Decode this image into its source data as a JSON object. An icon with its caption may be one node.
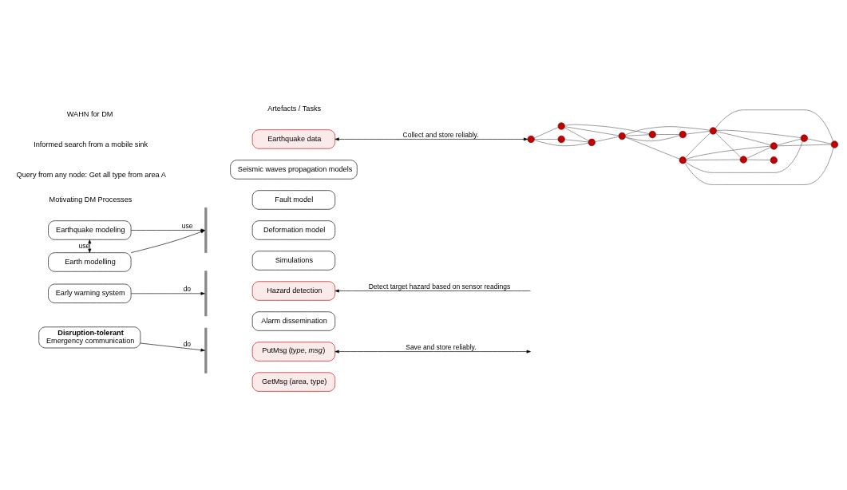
{
  "diagram": {
    "nodes": [
      {
        "text": [
          "Earthquake modeling"
        ]
      },
      {
        "text": [
          "Earth modelling"
        ]
      },
      {
        "text": [
          "Early warning system"
        ]
      },
      {
        "text": [
          "Disruption-tolerant",
          "Emergency communication"
        ]
      },
      {
        "text": [],
        "shape": "bracket"
      },
      {
        "text": [
          "Earthquake data"
        ]
      },
      {
        "text": [
          "Seismic waves propagation models"
        ]
      },
      {
        "text": [
          "Fault model"
        ]
      },
      {
        "text": [
          "Deformation model"
        ]
      },
      {
        "text": [
          "Simulations"
        ]
      },
      {
        "text": [],
        "shape": "bracket"
      },
      {
        "text": [
          "Hazard detection"
        ]
      },
      {
        "text": [
          "Alarm dissemination"
        ]
      },
      {
        "text": [],
        "shape": "bracket"
      },
      {
        "text": [
          "PutMsg (*type*, *msg*)"
        ]
      },
      {
        "text": [
          "GetMsg (area, type)"
        ]
      },
      {
        "text": [],
        "shape": "circle"
      },
      {
        "text": [],
        "shape": "circle"
      },
      {
        "text": [],
        "shape": "circle"
      },
      {
        "text": [],
        "shape": "circle"
      },
      {
        "text": [],
        "shape": "circle"
      },
      {
        "text": [],
        "shape": "circle"
      },
      {
        "text": [],
        "shape": "circle"
      },
      {
        "text": [],
        "shape": "circle"
      },
      {
        "text": [],
        "shape": "circle"
      },
      {
        "text": [],
        "shape": "circle"
      },
      {
        "text": [],
        "shape": "circle"
      },
      {
        "text": [],
        "shape": "circle"
      },
      {
        "text": [],
        "shape": "circle"
      },
      {
        "text": [],
        "shape": "circle"
      }
    ],
    "edges": [
      {
        "from": 0,
        "to": 1,
        "arrow": "both",
        "label": "use",
        "color": "#000000"
      },
      {
        "from": 0,
        "to": 4,
        "arrow": "to",
        "label": "use",
        "color": "#000000"
      },
      {
        "from": 1,
        "to": 4,
        "arrow": "to",
        "color": "#000000"
      },
      {
        "from": 2,
        "to": 10,
        "arrow": "to",
        "label": "do",
        "color": "#000000"
      },
      {
        "from": 3,
        "to": 13,
        "arrow": "to",
        "label": "do",
        "color": "#000000"
      },
      {
        "from": 5,
        "to": 16,
        "arrow": "both",
        "label": "Collect and store reliably.",
        "color": "#000000"
      },
      {
        "from": null,
        "to": 11,
        "arrow": "to",
        "label": "Detect target hazard based on sensor readings",
        "color": "#000000"
      },
      {
        "from": 14,
        "to": null,
        "arrow": "both",
        "label": "Save and store reliably.",
        "color": "#000000"
      },
      {
        "from": 16,
        "to": 17,
        "arrow": "none"
      },
      {
        "from": 16,
        "to": 18,
        "arrow": "none"
      },
      {
        "from": 16,
        "to": 19,
        "arrow": "none"
      },
      {
        "from": 17,
        "to": 19,
        "arrow": "none"
      },
      {
        "from": 17,
        "to": 20,
        "arrow": "none"
      },
      {
        "from": 17,
        "to": 21,
        "arrow": "none"
      },
      {
        "from": 18,
        "to": 19,
        "arrow": "none"
      },
      {
        "from": 19,
        "to": 20,
        "arrow": "none"
      },
      {
        "from": 20,
        "to": 21,
        "arrow": "none"
      },
      {
        "from": 20,
        "to": 22,
        "arrow": "none"
      },
      {
        "from": 21,
        "to": 22,
        "arrow": "none"
      },
      {
        "from": 20,
        "to": 23,
        "arrow": "none"
      },
      {
        "from": 20,
        "to": 24,
        "arrow": "none"
      },
      {
        "from": 22,
        "to": 24,
        "arrow": "none"
      },
      {
        "from": 23,
        "to": 24,
        "arrow": "none"
      },
      {
        "from": 23,
        "to": 25,
        "arrow": "none"
      },
      {
        "from": 23,
        "to": 28,
        "arrow": "none"
      },
      {
        "from": 23,
        "to": 26,
        "arrow": "none"
      },
      {
        "from": 23,
        "to": 27,
        "arrow": "none"
      },
      {
        "from": 24,
        "to": 25,
        "arrow": "none"
      },
      {
        "from": 24,
        "to": 28,
        "arrow": "none"
      },
      {
        "from": 24,
        "to": 26,
        "arrow": "none"
      },
      {
        "from": 24,
        "to": 27,
        "arrow": "none"
      },
      {
        "from": 25,
        "to": 28,
        "arrow": "none"
      },
      {
        "from": 25,
        "to": 29,
        "arrow": "none"
      },
      {
        "from": 28,
        "to": 26,
        "arrow": "none"
      },
      {
        "from": 28,
        "to": 27,
        "arrow": "none"
      },
      {
        "from": 26,
        "to": 27,
        "arrow": "none"
      }
    ],
    "labels": [
      "Motivating DM Processes",
      "Artefacts / Tasks",
      "WAHN for DM",
      "Informed search from a mobile sink",
      "Query from any node: Get all type from area A"
    ]
  }
}
